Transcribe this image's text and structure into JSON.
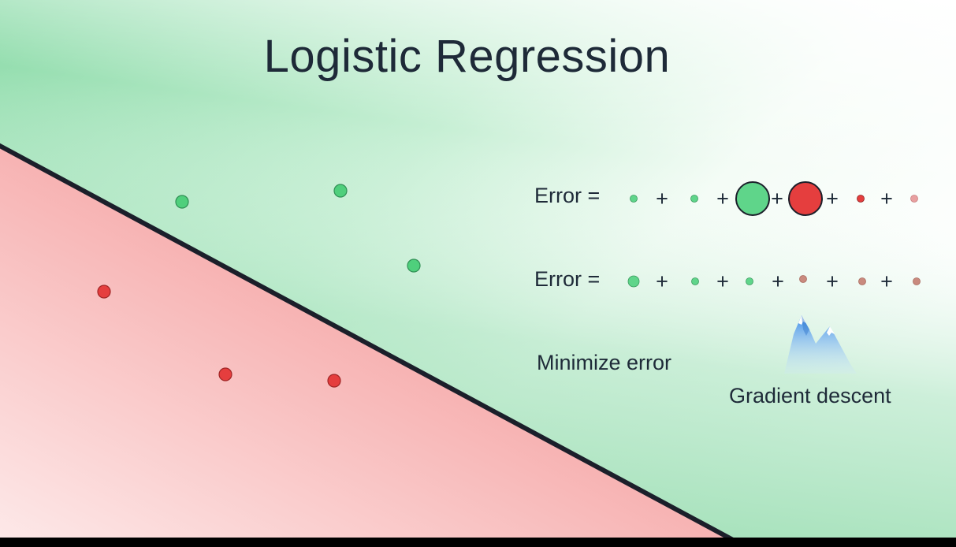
{
  "title": "Logistic Regression",
  "error_rows": [
    {
      "label": "Error =",
      "terms": [
        {
          "kind": "dot",
          "color": "green",
          "size": "small"
        },
        {
          "kind": "op",
          "text": "+"
        },
        {
          "kind": "dot",
          "color": "green",
          "size": "small"
        },
        {
          "kind": "op",
          "text": "+"
        },
        {
          "kind": "dot",
          "color": "green",
          "size": "large"
        },
        {
          "kind": "op",
          "text": "+"
        },
        {
          "kind": "dot",
          "color": "red",
          "size": "large"
        },
        {
          "kind": "op",
          "text": "+"
        },
        {
          "kind": "dot",
          "color": "red",
          "size": "small"
        },
        {
          "kind": "op",
          "text": "+"
        },
        {
          "kind": "dot",
          "color": "pink",
          "size": "small"
        }
      ]
    },
    {
      "label": "Error =",
      "terms": [
        {
          "kind": "dot",
          "color": "green",
          "size": "medium"
        },
        {
          "kind": "op",
          "text": "+"
        },
        {
          "kind": "dot",
          "color": "green",
          "size": "small"
        },
        {
          "kind": "op",
          "text": "+"
        },
        {
          "kind": "dot",
          "color": "green",
          "size": "small"
        },
        {
          "kind": "op",
          "text": "+"
        },
        {
          "kind": "dot",
          "color": "brown",
          "size": "small"
        },
        {
          "kind": "op",
          "text": "+"
        },
        {
          "kind": "dot",
          "color": "brown",
          "size": "small"
        },
        {
          "kind": "op",
          "text": "+"
        },
        {
          "kind": "dot",
          "color": "brown",
          "size": "small"
        }
      ]
    }
  ],
  "minimize_label": "Minimize error",
  "gradient_descent_label": "Gradient descent",
  "colors": {
    "green_region": "#aee6c2",
    "red_region": "#f5a9a9",
    "green_point": "#4fcf7c",
    "red_point": "#e53e3e",
    "boundary": "#1b1f2a"
  },
  "icons": {
    "mountains": "mountains-icon"
  }
}
